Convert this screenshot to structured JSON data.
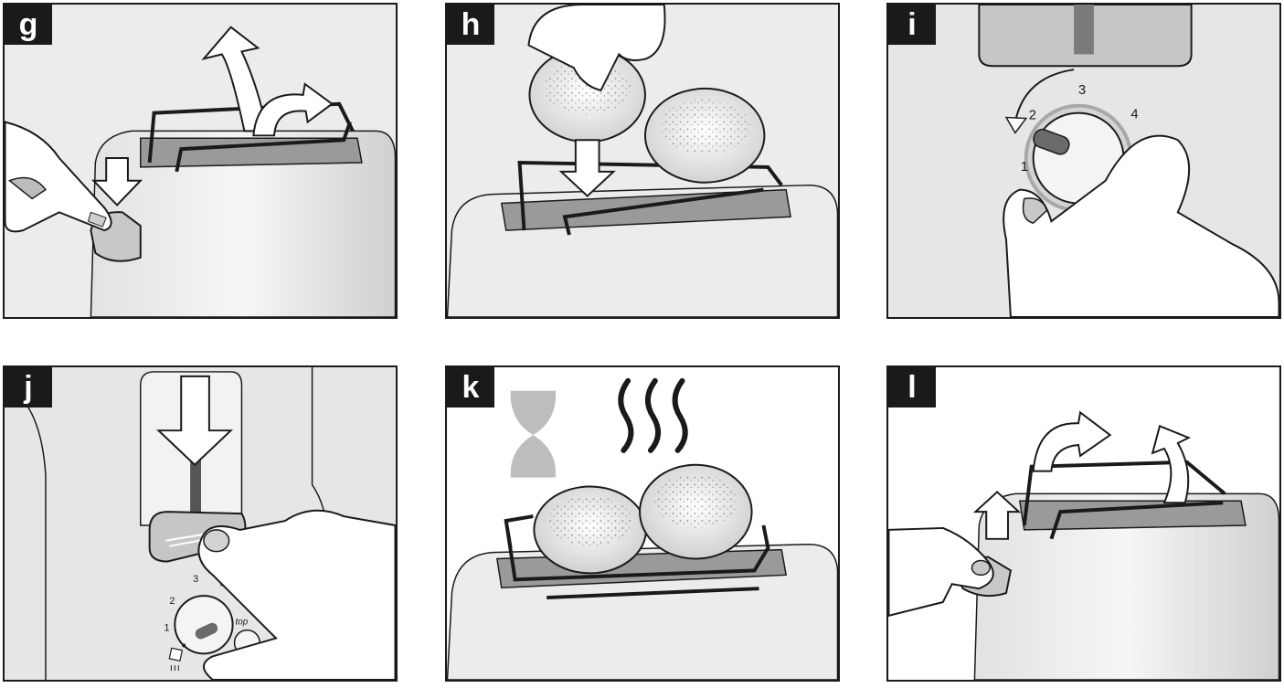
{
  "panels": {
    "g": {
      "label": "g"
    },
    "h": {
      "label": "h"
    },
    "i": {
      "label": "i",
      "dial_numbers": [
        "1",
        "2",
        "3",
        "4"
      ]
    },
    "j": {
      "label": "j",
      "dial_numbers": [
        "1",
        "2",
        "3",
        "4"
      ],
      "stop_text": "top"
    },
    "k": {
      "label": "k"
    },
    "l": {
      "label": "l"
    }
  },
  "colors": {
    "outline": "#1a1a1a",
    "body_light": "#f4f4f4",
    "body_shade": "#d6d6d6",
    "slot_dark": "#8f8f8f",
    "bun": "#f2f2f2"
  }
}
